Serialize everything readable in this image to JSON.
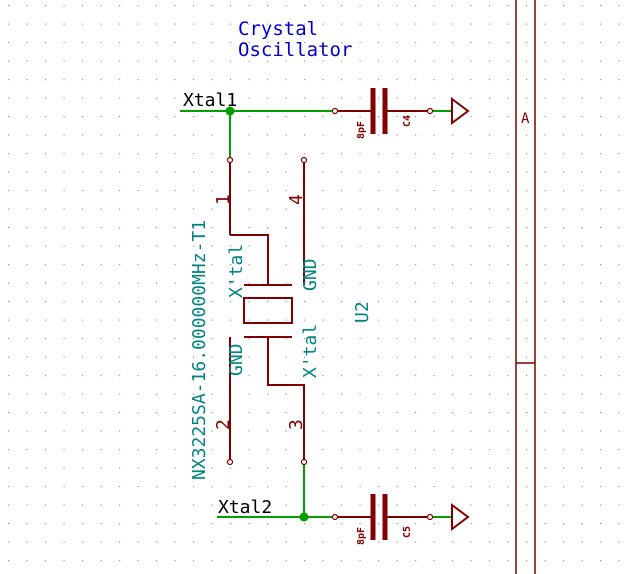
{
  "sheet": {
    "title_line1": "Crystal",
    "title_line2": "Oscillator",
    "border_zone": "A",
    "colors": {
      "wire": "#00a000",
      "component": "#840000",
      "field_text": "#008484",
      "title_text": "#0000c8",
      "net_label": "#000000",
      "grid_dot": "#9a9a9a"
    }
  },
  "nets": {
    "xtal1": "Xtal1",
    "xtal2": "Xtal2"
  },
  "crystal": {
    "reference": "U2",
    "value": "NX3225SA-16.000000MHz-T1",
    "pins": [
      {
        "number": "1",
        "name": "X'tal"
      },
      {
        "number": "4",
        "name": "GND"
      },
      {
        "number": "2",
        "name": "GND"
      },
      {
        "number": "3",
        "name": "X'tal"
      }
    ]
  },
  "capacitors": [
    {
      "reference": "C4",
      "value": "8pF"
    },
    {
      "reference": "C5",
      "value": "8pF"
    }
  ]
}
